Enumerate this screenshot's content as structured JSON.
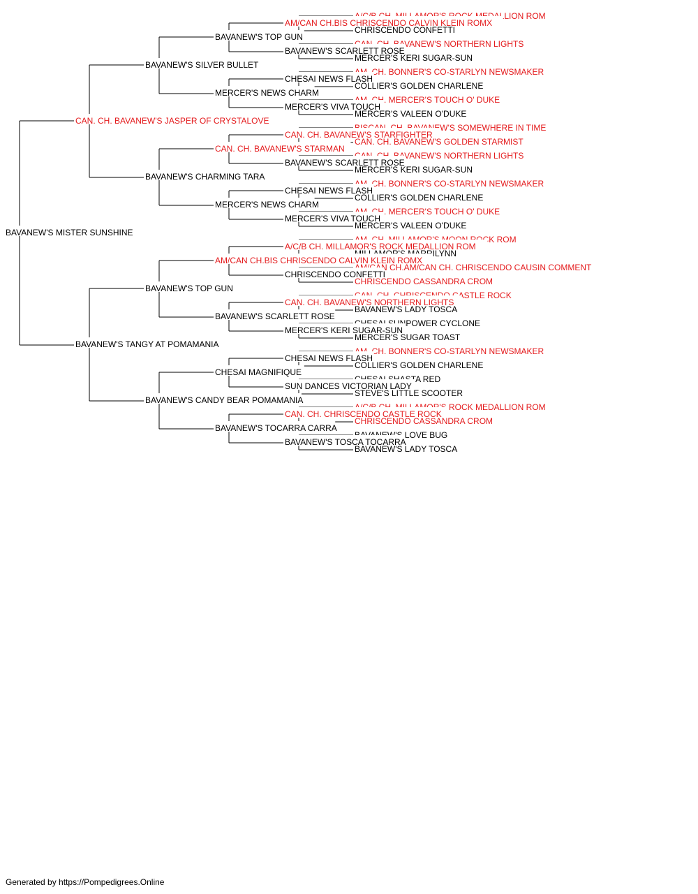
{
  "colors": {
    "titled": "#e41a1c",
    "plain": "#000000",
    "line": "#000000"
  },
  "pedigree": {
    "name": "BAVANEW'S MISTER SUNSHINE",
    "titled": false,
    "sire": {
      "name": "CAN. CH. BAVANEW'S JASPER OF CRYSTALOVE",
      "titled": true,
      "sire": {
        "name": "BAVANEW'S SILVER BULLET",
        "titled": false,
        "sire": {
          "name": "BAVANEW'S TOP GUN",
          "titled": false,
          "sire": {
            "name": "AM/CAN CH.BIS CHRISCENDO CALVIN KLEIN ROMX",
            "titled": true,
            "sire": {
              "name": "A/C/B CH. MILLAMOR'S ROCK MEDALLION ROM",
              "titled": true
            },
            "dam": {
              "name": "CHRISCENDO CONFETTI",
              "titled": false
            }
          },
          "dam": {
            "name": "BAVANEW'S SCARLETT ROSE",
            "titled": false,
            "sire": {
              "name": "CAN. CH. BAVANEW'S NORTHERN LIGHTS",
              "titled": true
            },
            "dam": {
              "name": "MERCER'S KERI SUGAR-SUN",
              "titled": false
            }
          }
        },
        "dam": {
          "name": "MERCER'S NEWS CHARM",
          "titled": false,
          "sire": {
            "name": "CHESAI NEWS FLASH",
            "titled": false,
            "sire": {
              "name": "AM. CH. BONNER'S CO-STARLYN NEWSMAKER",
              "titled": true
            },
            "dam": {
              "name": "COLLIER'S GOLDEN CHARLENE",
              "titled": false
            }
          },
          "dam": {
            "name": "MERCER'S VIVA TOUCH",
            "titled": false,
            "sire": {
              "name": "AM. CH. MERCER'S TOUCH O' DUKE",
              "titled": true
            },
            "dam": {
              "name": "MERCER'S VALEEN O'DUKE",
              "titled": false
            }
          }
        }
      },
      "dam": {
        "name": "BAVANEW'S CHARMING TARA",
        "titled": false,
        "sire": {
          "name": "CAN. CH. BAVANEW'S STARMAN",
          "titled": true,
          "sire": {
            "name": "CAN. CH. BAVANEW'S STARFIGHTER",
            "titled": true,
            "sire": {
              "name": "BISCAN. CH. BAVANEW'S SOMEWHERE IN TIME",
              "titled": true
            },
            "dam": {
              "name": "CAN. CH. BAVANEW'S GOLDEN STARMIST",
              "titled": true
            }
          },
          "dam": {
            "name": "BAVANEW'S SCARLETT ROSE",
            "titled": false,
            "sire": {
              "name": "CAN. CH. BAVANEW'S NORTHERN LIGHTS",
              "titled": true
            },
            "dam": {
              "name": "MERCER'S KERI SUGAR-SUN",
              "titled": false
            }
          }
        },
        "dam": {
          "name": "MERCER'S NEWS CHARM",
          "titled": false,
          "sire": {
            "name": "CHESAI NEWS FLASH",
            "titled": false,
            "sire": {
              "name": "AM. CH. BONNER'S CO-STARLYN NEWSMAKER",
              "titled": true
            },
            "dam": {
              "name": "COLLIER'S GOLDEN CHARLENE",
              "titled": false
            }
          },
          "dam": {
            "name": "MERCER'S VIVA TOUCH",
            "titled": false,
            "sire": {
              "name": "AM. CH. MERCER'S TOUCH O' DUKE",
              "titled": true
            },
            "dam": {
              "name": "MERCER'S VALEEN O'DUKE",
              "titled": false
            }
          }
        }
      }
    },
    "dam": {
      "name": "BAVANEW'S TANGY AT POMAMANIA",
      "titled": false,
      "sire": {
        "name": "BAVANEW'S TOP GUN",
        "titled": false,
        "sire": {
          "name": "AM/CAN CH.BIS CHRISCENDO CALVIN KLEIN ROMX",
          "titled": true,
          "sire": {
            "name": "A/C/B CH. MILLAMOR'S ROCK MEDALLION ROM",
            "titled": true,
            "sire": {
              "name": "AM. CH. MILLAMOR'S MOON ROCK ROM",
              "titled": true
            },
            "dam": {
              "name": "MILLAMOR'S MARRILYNN",
              "titled": false
            }
          },
          "dam": {
            "name": "CHRISCENDO CONFETTI",
            "titled": false,
            "sire": {
              "name": "AM/CAN CH.AM/CAN CH. CHRISCENDO CAUSIN COMMENT",
              "titled": true
            },
            "dam": {
              "name": "CHRISCENDO CASSANDRA CROM",
              "titled": true
            }
          }
        },
        "dam": {
          "name": "BAVANEW'S SCARLETT ROSE",
          "titled": false,
          "sire": {
            "name": "CAN. CH. BAVANEW'S NORTHERN LIGHTS",
            "titled": true,
            "sire": {
              "name": "CAN. CH. CHRISCENDO CASTLE ROCK",
              "titled": true
            },
            "dam": {
              "name": "BAVANEW'S LADY TOSCA",
              "titled": false
            }
          },
          "dam": {
            "name": "MERCER'S KERI SUGAR-SUN",
            "titled": false,
            "sire": {
              "name": "CHESAI SUNPOWER CYCLONE",
              "titled": false
            },
            "dam": {
              "name": "MERCER'S SUGAR TOAST",
              "titled": false
            }
          }
        }
      },
      "dam": {
        "name": "BAVANEW'S CANDY BEAR POMAMANIA",
        "titled": false,
        "sire": {
          "name": "CHESAI MAGNIFIQUE",
          "titled": false,
          "sire": {
            "name": "CHESAI NEWS FLASH",
            "titled": false,
            "sire": {
              "name": "AM. CH. BONNER'S CO-STARLYN NEWSMAKER",
              "titled": true
            },
            "dam": {
              "name": "COLLIER'S GOLDEN CHARLENE",
              "titled": false
            }
          },
          "dam": {
            "name": "SUN DANCES VICTORIAN LADY",
            "titled": false,
            "sire": {
              "name": "CHESAI SHASTA RED",
              "titled": false
            },
            "dam": {
              "name": "STEVE'S LITTLE SCOOTER",
              "titled": false
            }
          }
        },
        "dam": {
          "name": "BAVANEW'S TOCARRA CARRA",
          "titled": false,
          "sire": {
            "name": "CAN. CH. CHRISCENDO CASTLE ROCK",
            "titled": true,
            "sire": {
              "name": "A/C/B CH. MILLAMOR'S ROCK MEDALLION ROM",
              "titled": true
            },
            "dam": {
              "name": "CHRISCENDO CASSANDRA CROM",
              "titled": true
            }
          },
          "dam": {
            "name": "BAVANEW'S TOSCA TOCARRA",
            "titled": false,
            "sire": {
              "name": "BAVANEW'S LOVE BUG",
              "titled": false
            },
            "dam": {
              "name": "BAVANEW'S LADY TOSCA",
              "titled": false
            }
          }
        }
      }
    }
  },
  "footer": "Generated by https://Pompedigrees.Online"
}
